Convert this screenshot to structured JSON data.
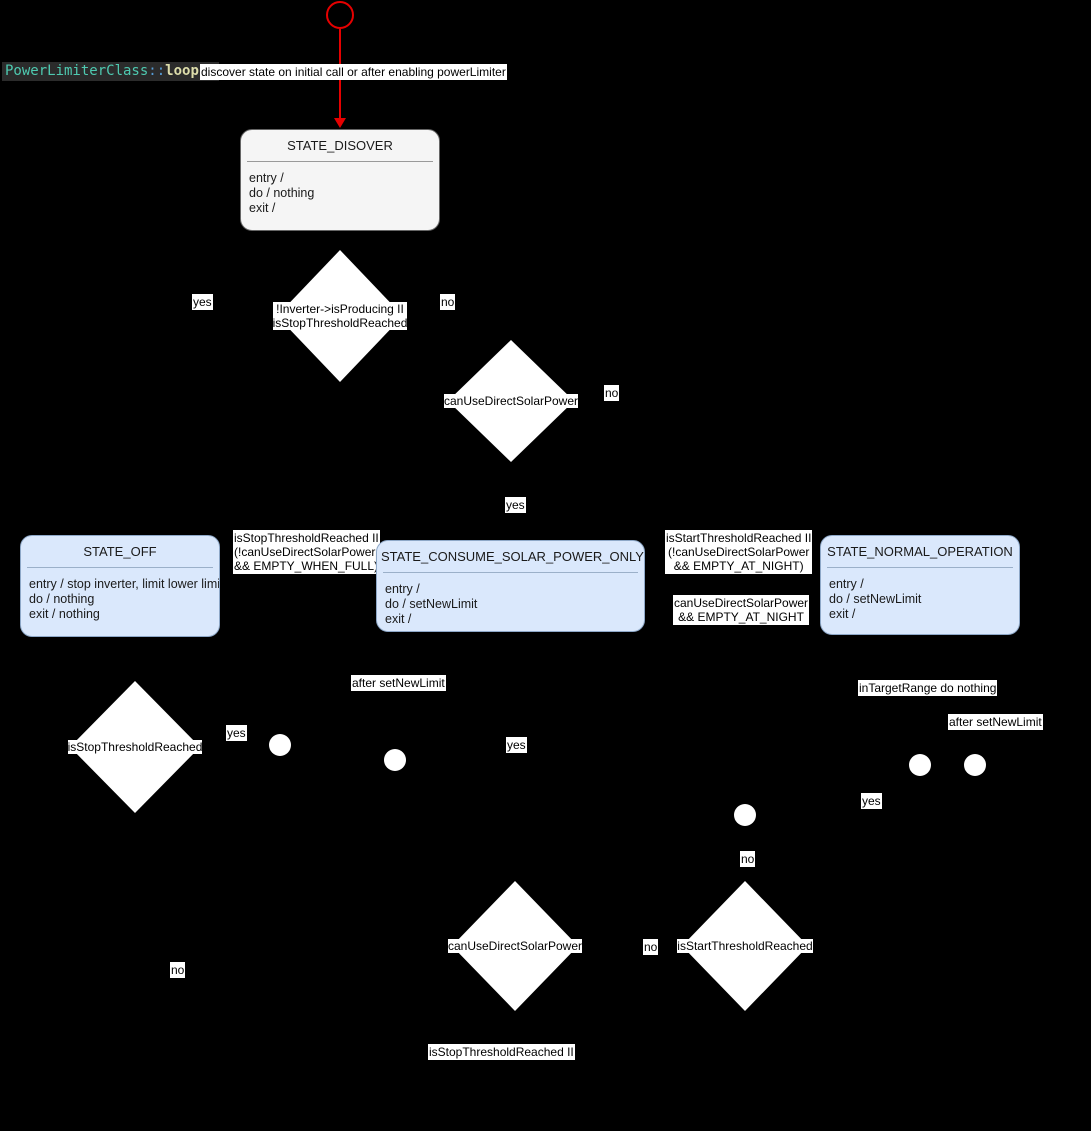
{
  "title": {
    "class_name": "PowerLimiterClass",
    "scope_op": "::",
    "function": "loop()"
  },
  "start": {
    "transition_label": "discover state on initial call or after enabling powerLimiter"
  },
  "states": [
    {
      "id": "state-disover",
      "name": "STATE_DISOVER",
      "body": "entry /\ndo / nothing\nexit /",
      "style": "neutral"
    },
    {
      "id": "state-off",
      "name": "STATE_OFF",
      "body": "entry / stop inverter, limit lower limit\ndo / nothing\nexit / nothing",
      "style": "blue"
    },
    {
      "id": "state-consume-solar-power-only",
      "name": "STATE_CONSUME_SOLAR_POWER_ONLY",
      "body": "entry /\ndo / setNewLimit\nexit /",
      "style": "blue"
    },
    {
      "id": "state-normal-operation",
      "name": "STATE_NORMAL_OPERATION",
      "body": "entry /\ndo / setNewLimit\nexit /",
      "style": "blue"
    }
  ],
  "decisions": [
    {
      "id": "decision-inverter-producing",
      "label": "!Inverter->isProducing II\nisStopThresholdReached"
    },
    {
      "id": "decision-can-use-direct-solar-power-top",
      "label": "canUseDirectSolarPower"
    },
    {
      "id": "decision-is-stop-threshold-reached-left",
      "label": "isStopThresholdReached"
    },
    {
      "id": "decision-can-use-direct-solar-power-bottom",
      "label": "canUseDirectSolarPower"
    },
    {
      "id": "decision-is-start-threshold-reached",
      "label": "isStartThresholdReached"
    }
  ],
  "edge_labels": {
    "yes_1": "yes",
    "no_1": "no",
    "no_2": "no",
    "yes_2": "yes",
    "guard_stop_empty_when_full": "isStopThresholdReached II\n(!canUseDirectSolarPower\n&& EMPTY_WHEN_FULL)",
    "guard_start_empty_at_night": "isStartThresholdReached II\n(!canUseDirectSolarPower\n&& EMPTY_AT_NIGHT)",
    "guard_can_use_empty_at_night": "canUseDirectSolarPower\n&& EMPTY_AT_NIGHT",
    "after_set_new_limit_1": "after setNewLimit",
    "after_set_new_limit_2": "after setNewLimit",
    "in_target_range": "inTargetRange do nothing",
    "yes_3": "yes",
    "yes_4": "yes",
    "yes_5": "yes",
    "no_3": "no",
    "no_4": "no",
    "no_5": "no",
    "is_stop_threshold_reached_bottom": "isStopThresholdReached II"
  },
  "colors": {
    "background": "#000000",
    "state_fill": "#dae8fc",
    "state_border": "#8ea8c8",
    "neutral_fill": "#f5f5f5",
    "neutral_border": "#666666",
    "start_node": "#e60000",
    "label_fill": "#ffffff",
    "label_text": "#000000"
  }
}
